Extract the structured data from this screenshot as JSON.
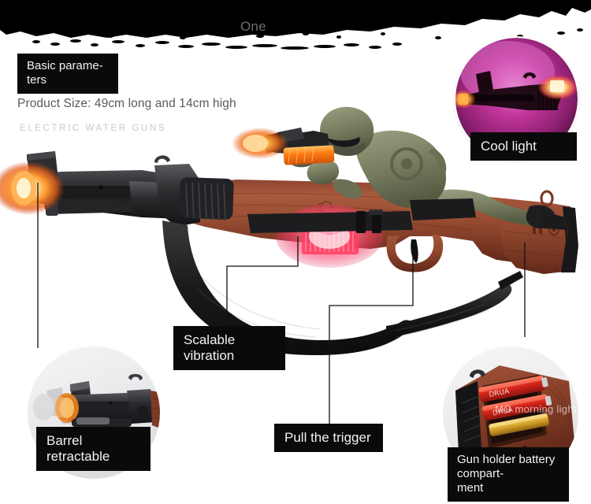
{
  "header": {
    "section_label": "One"
  },
  "info": {
    "basic_parameters_label": "Basic parame-\nters",
    "product_size": "Product Size: 49cm long and 14cm high",
    "brand_subtitle": "ELECTRIC WATER GUNS"
  },
  "callouts": {
    "cool_light": "Cool light",
    "scalable_vibration": "Scalable vibration",
    "pull_the_trigger": "Pull the trigger",
    "barrel_retractable": "Barrel retractable",
    "battery_compartment": "Gun holder battery compart-\nment"
  },
  "watermarks": {
    "battery_inset": "MG morning light",
    "stock": "MG morning light"
  },
  "colors": {
    "label_bg": "#0a0a0a",
    "label_text": "#f2f2f2",
    "body_text": "#5a5a5a",
    "subtitle_text": "#c9c9c9",
    "wood": "#9b4d33",
    "wood_dark": "#6d3220",
    "gun_black": "#2a2a2c",
    "soldier_green": "#7d8466",
    "muzzle_orange": "#ff7a18",
    "led_pink": "#ff3b6b",
    "cool_light_magenta": "#c23a9b"
  }
}
